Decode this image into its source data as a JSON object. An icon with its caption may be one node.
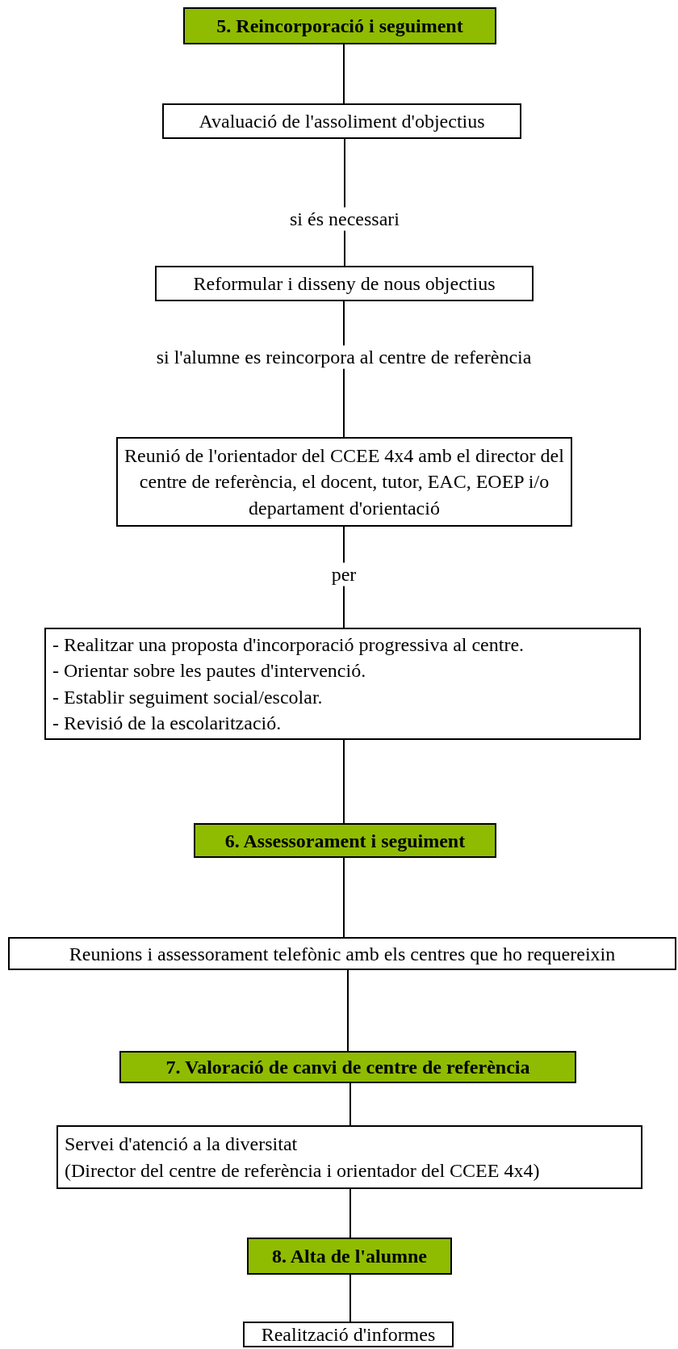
{
  "diagram": {
    "nodes": [
      {
        "text": [
          "5. Reincorporació i seguiment"
        ]
      },
      {
        "text": [
          "Avaluació de l'assoliment d'objectius"
        ]
      },
      {
        "text": [
          "Reformular i disseny de nous objectius"
        ]
      },
      {
        "text": [
          "Reunió de l'orientador del CCEE 4x4 amb el director del centre de referència, el docent, tutor, EAC, EOEP i/o departament d'orientació"
        ]
      },
      {
        "text": [
          "- Realitzar una proposta d'incorporació progressiva al centre.",
          "- Orientar sobre les pautes d'intervenció.",
          "- Establir seguiment social/escolar.",
          "- Revisió de la escolarització."
        ]
      },
      {
        "text": [
          "6. Assessorament i seguiment"
        ]
      },
      {
        "text": [
          "Reunions i assessorament telefònic amb els centres que ho requereixin"
        ]
      },
      {
        "text": [
          "7. Valoració de canvi de centre de referència"
        ]
      },
      {
        "text": [
          "Servei d'atenció a la diversitat",
          "(Director del centre de referència i orientador del CCEE 4x4)"
        ]
      },
      {
        "text": [
          "8. Alta de l'alumne"
        ]
      },
      {
        "text": [
          "Realització d'informes"
        ]
      }
    ],
    "edges": [
      {
        "from": 0,
        "to": 1,
        "arrow": "none"
      },
      {
        "from": 1,
        "to": 2,
        "arrow": "none",
        "label": "si és necessari"
      },
      {
        "from": 2,
        "to": 3,
        "arrow": "none",
        "label": "si l'alumne es reincorpora al centre de referència"
      },
      {
        "from": 3,
        "to": 4,
        "arrow": "none",
        "label": "per"
      },
      {
        "from": 4,
        "to": 5,
        "arrow": "none"
      },
      {
        "from": 5,
        "to": 6,
        "arrow": "none"
      },
      {
        "from": 6,
        "to": 7,
        "arrow": "none"
      },
      {
        "from": 7,
        "to": 8,
        "arrow": "none"
      },
      {
        "from": 8,
        "to": 9,
        "arrow": "none"
      },
      {
        "from": 9,
        "to": 10,
        "arrow": "none"
      }
    ]
  }
}
